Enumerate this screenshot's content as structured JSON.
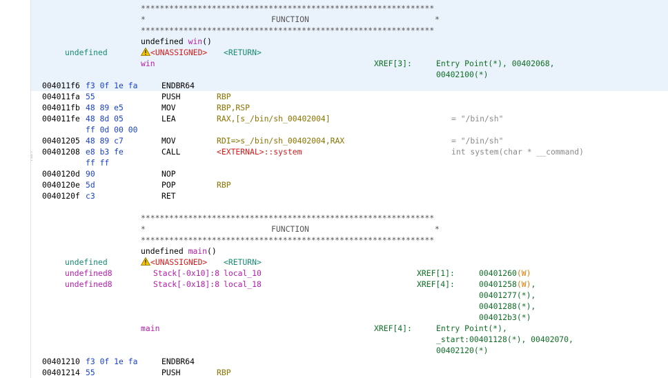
{
  "win_fn": {
    "stars": "**************************************************************",
    "function_line_left": "*",
    "function_label": "FUNCTION",
    "function_line_right": "*",
    "sig_type": "undefined",
    "sig_name": "win",
    "sig_parens": "()",
    "ret_type": "undefined",
    "unassigned": "<UNASSIGNED>",
    "return_tag": "<RETURN>",
    "label": "win",
    "xref_tag": "XREF[3]:",
    "xref_line1": "Entry Point(*), 00402068,",
    "xref_line2": "00402100(*)"
  },
  "win_instr": [
    {
      "addr": "004011f6",
      "bytes": "f3 0f 1e fa",
      "mnem": "ENDBR64",
      "op1": "",
      "op2": "",
      "comment": ""
    },
    {
      "addr": "004011fa",
      "bytes": "55",
      "mnem": "PUSH",
      "op1": "RBP",
      "op2": "",
      "comment": ""
    },
    {
      "addr": "004011fb",
      "bytes": "48 89 e5",
      "mnem": "MOV",
      "op1": "RBP,RSP",
      "op2": "",
      "comment": ""
    },
    {
      "addr": "004011fe",
      "bytes": "48 8d 05",
      "mnem": "LEA",
      "op1": "RAX,[s_/bin/sh_00402004]",
      "op2": "",
      "comment": "= \"/bin/sh\""
    },
    {
      "addr": "",
      "bytes": "ff 0d 00 00",
      "mnem": "",
      "op1": "",
      "op2": "",
      "comment": ""
    },
    {
      "addr": "00401205",
      "bytes": "48 89 c7",
      "mnem": "MOV",
      "op1": "RDI=>s_/bin/sh_00402004,RAX",
      "op2": "",
      "comment": "= \"/bin/sh\""
    },
    {
      "addr": "00401208",
      "bytes": "e8 b3 fe",
      "mnem": "CALL",
      "op1": "<EXTERNAL>",
      "op2": "::system",
      "comment": "int system(char * __command)"
    },
    {
      "addr": "",
      "bytes": "ff ff",
      "mnem": "",
      "op1": "",
      "op2": "",
      "comment": ""
    },
    {
      "addr": "0040120d",
      "bytes": "90",
      "mnem": "NOP",
      "op1": "",
      "op2": "",
      "comment": ""
    },
    {
      "addr": "0040120e",
      "bytes": "5d",
      "mnem": "POP",
      "op1": "RBP",
      "op2": "",
      "comment": ""
    },
    {
      "addr": "0040120f",
      "bytes": "c3",
      "mnem": "RET",
      "op1": "",
      "op2": "",
      "comment": ""
    }
  ],
  "main_fn": {
    "stars": "**************************************************************",
    "function_line_left": "*",
    "function_label": "FUNCTION",
    "function_line_right": "*",
    "sig_type": "undefined",
    "sig_name": "main",
    "sig_parens": "()",
    "ret_type": "undefined",
    "unassigned": "<UNASSIGNED>",
    "return_tag": "<RETURN>",
    "locals": [
      {
        "type": "undefined8",
        "storage": "Stack[-0x10]:8",
        "name": "local_10",
        "xref_tag": "XREF[1]:",
        "xref_addr": "00401260",
        "xref_kind": "(W)",
        "xref_suffix": ""
      },
      {
        "type": "undefined8",
        "storage": "Stack[-0x18]:8",
        "name": "local_18",
        "xref_tag": "XREF[4]:",
        "xref_addr": "00401258",
        "xref_kind": "(W)",
        "xref_suffix": ","
      }
    ],
    "local18_more_xrefs": [
      "00401277(*),",
      "00401288(*),",
      "004012b3(*)"
    ],
    "label": "main",
    "xref_tag": "XREF[4]:",
    "xref_line1": "Entry Point(*),",
    "xref_line2": "_start:00401128(*), 00402070,",
    "xref_line3": "00402120(*)"
  },
  "main_instr": [
    {
      "addr": "00401210",
      "bytes": "f3 0f 1e fa",
      "mnem": "ENDBR64",
      "op1": ""
    },
    {
      "addr": "00401214",
      "bytes": "55",
      "mnem": "PUSH",
      "op1": "RBP"
    }
  ]
}
